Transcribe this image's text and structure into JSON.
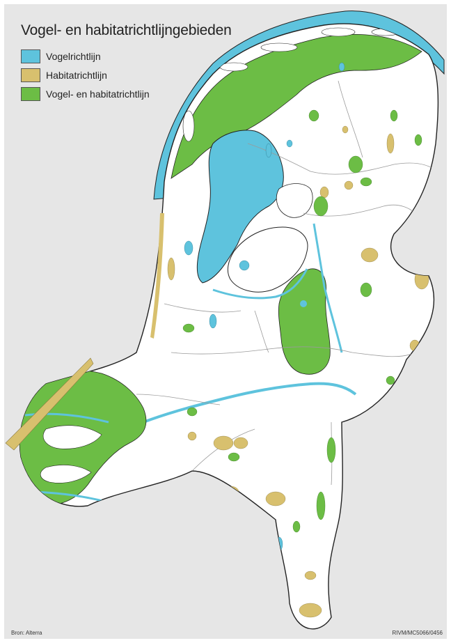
{
  "map": {
    "title": "Vogel- en habitatrichtlijngebieden",
    "legend": [
      {
        "label": "Vogelrichtlijn",
        "color": "#5ec3dd"
      },
      {
        "label": "Habitatrichtlijn",
        "color": "#d8c06e"
      },
      {
        "label": "Vogel- en habitatrichtlijn",
        "color": "#6cbd45"
      }
    ],
    "source": "Bron: Alterra",
    "code": "RIVM/MC5066/0456",
    "colors": {
      "background": "#e6e6e6",
      "land": "#ffffff",
      "outline": "#222222",
      "province_border": "#9a9a9a"
    }
  }
}
